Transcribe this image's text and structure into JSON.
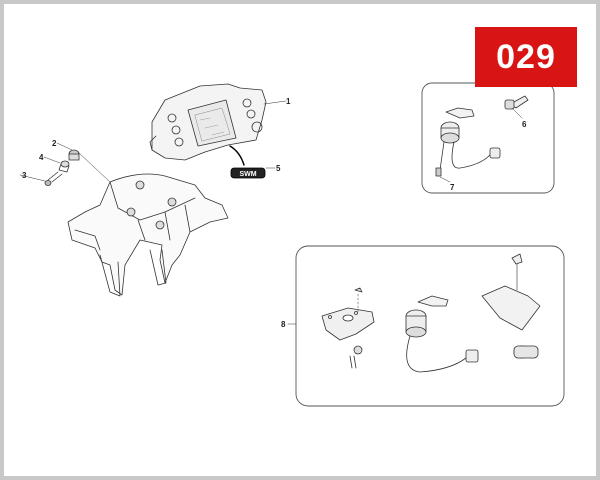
{
  "page_badge": {
    "number": "029",
    "color": "#d81414"
  },
  "callouts": [
    {
      "id": "1",
      "label": "1",
      "part": "instrument-cluster"
    },
    {
      "id": "2",
      "label": "2",
      "part": "grommet"
    },
    {
      "id": "3",
      "label": "3",
      "part": "bolt"
    },
    {
      "id": "4",
      "label": "4",
      "part": "spacer"
    },
    {
      "id": "5",
      "label": "5",
      "part": "swm-logo-decal"
    },
    {
      "id": "6",
      "label": "6",
      "part": "key"
    },
    {
      "id": "7",
      "label": "7",
      "part": "screw"
    },
    {
      "id": "8",
      "label": "8",
      "part": "lock-set-kit"
    }
  ],
  "logo_text": "SWM"
}
